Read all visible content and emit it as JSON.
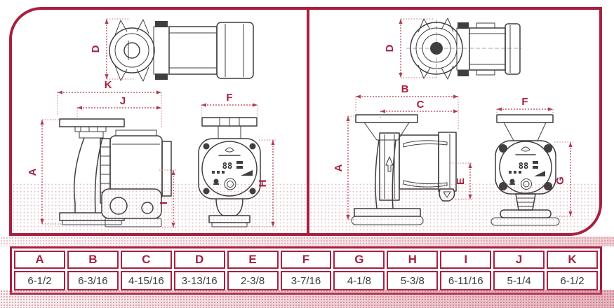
{
  "colors": {
    "accent": "#a82040",
    "dimension_line": "#b43c50",
    "drawing_line": "#3f3f3f"
  },
  "left_panel": {
    "labels": {
      "d": "D",
      "k": "K",
      "j": "J",
      "a": "A",
      "i": "I",
      "f": "F",
      "h": "H"
    },
    "display_value": "88"
  },
  "right_panel": {
    "labels": {
      "d": "D",
      "b": "B",
      "c": "C",
      "a": "A",
      "e": "E",
      "f": "F",
      "g": "G"
    },
    "display_value": "88"
  },
  "table": {
    "headers": [
      "A",
      "B",
      "C",
      "D",
      "E",
      "F",
      "G",
      "H",
      "I",
      "J",
      "K"
    ],
    "values": [
      "6-1/2",
      "6-3/16",
      "4-15/16",
      "3-13/16",
      "2-3/8",
      "3-7/16",
      "4-1/8",
      "5-3/8",
      "6-11/16",
      "5-1/4",
      "6-1/2"
    ]
  }
}
